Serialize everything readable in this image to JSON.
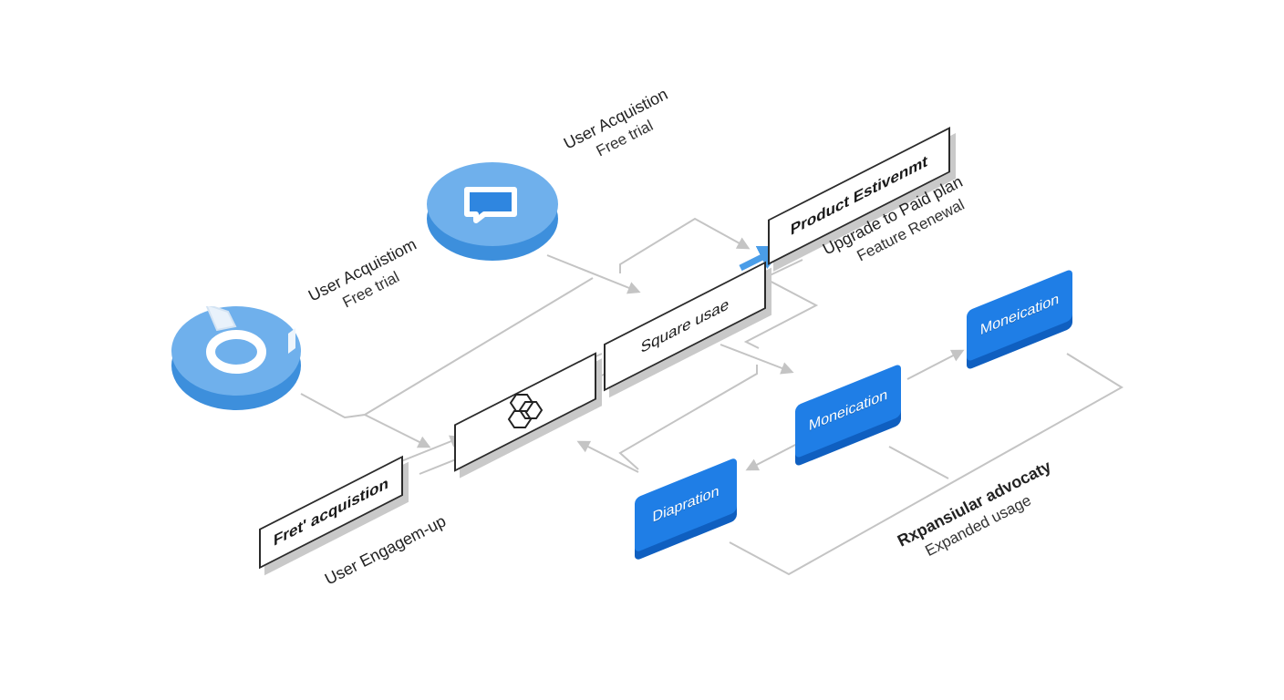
{
  "top_caption": {
    "line1": "User Acquistion",
    "line2": "Free trial"
  },
  "left_caption": {
    "line1": "User Acquistiom",
    "line2": "Free trial"
  },
  "product_box": {
    "label": "Product Estivenmt"
  },
  "product_caption": {
    "line1": "Upgrade to Paid plan",
    "line2": "Feature Renewal"
  },
  "usage_box": {
    "label": "Square usae"
  },
  "acquisition_box": {
    "label": "Fret' acquistion"
  },
  "acquisition_caption": {
    "line1": "User Engagem-up"
  },
  "monetization_upper": {
    "label": "Moneication"
  },
  "monetization_mid": {
    "label": "Moneication"
  },
  "diapration_box": {
    "label": "Diapration"
  },
  "advocacy_caption": {
    "line1": "Rxpansiular advocaty",
    "line2": "Expanded usage"
  },
  "colors": {
    "accent_blue": "#1f7ee6",
    "disc_blue": "#6fb0ec",
    "connector_gray": "#c4c4c4",
    "highlight_arrow": "#4a9de8"
  },
  "icons": {
    "top_disc": "chat-bubble-icon",
    "left_disc": "ring-icon",
    "hub": "stacked-hexagons-icon"
  }
}
